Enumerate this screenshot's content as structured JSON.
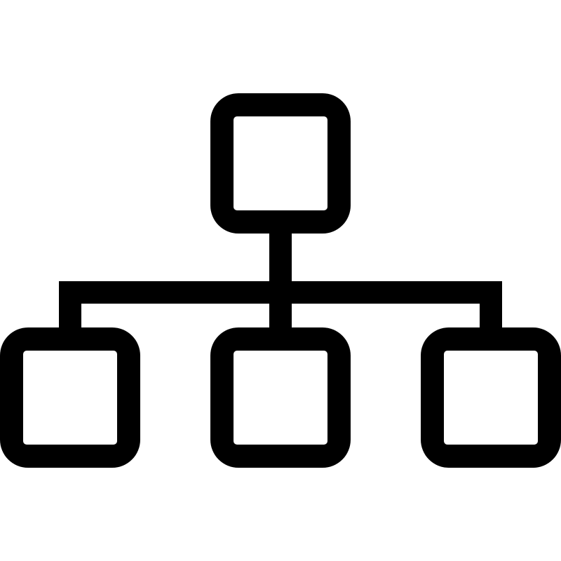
{
  "icon": {
    "name": "hierarchy-org-chart-icon",
    "colors": {
      "stroke": "#000000",
      "background": "#ffffff",
      "fill": "#ffffff"
    },
    "nodes": [
      {
        "id": "root",
        "level": 0
      },
      {
        "id": "child-left",
        "level": 1
      },
      {
        "id": "child-center",
        "level": 1
      },
      {
        "id": "child-right",
        "level": 1
      }
    ]
  }
}
